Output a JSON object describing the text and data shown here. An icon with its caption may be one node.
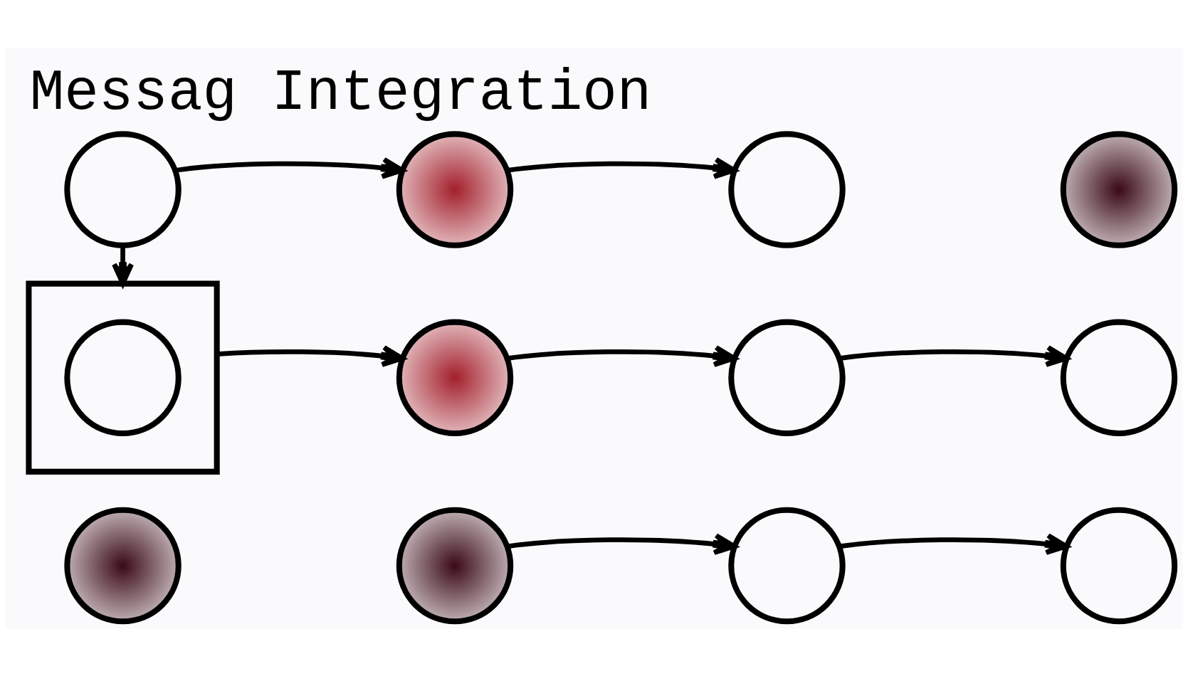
{
  "diagram": {
    "title": "Messag Integration",
    "nodes": [
      {
        "text": [],
        "shape": "circle"
      },
      {
        "text": [],
        "shape": "box"
      },
      {
        "text": [],
        "shape": "circle",
        "in": 1
      },
      {
        "text": [],
        "shape": "circle"
      },
      {
        "text": [],
        "shape": "circle"
      },
      {
        "text": [],
        "shape": "circle"
      },
      {
        "text": [],
        "shape": "circle"
      },
      {
        "text": [],
        "shape": "circle"
      },
      {
        "text": [],
        "shape": "circle"
      },
      {
        "text": [],
        "shape": "circle"
      },
      {
        "text": [],
        "shape": "circle"
      },
      {
        "text": [],
        "shape": "circle"
      },
      {
        "text": [],
        "shape": "circle"
      }
    ],
    "edges": [
      {
        "from": 0,
        "to": 1,
        "arrow": "to"
      },
      {
        "from": 0,
        "to": 4,
        "arrow": "to"
      },
      {
        "from": 1,
        "to": 5,
        "arrow": "to"
      },
      {
        "from": 4,
        "to": 7,
        "arrow": "to"
      },
      {
        "from": 5,
        "to": 8,
        "arrow": "to"
      },
      {
        "from": 6,
        "to": 9,
        "arrow": "to"
      },
      {
        "from": 8,
        "to": 11,
        "arrow": "to"
      },
      {
        "from": 9,
        "to": 12,
        "arrow": "to"
      }
    ]
  }
}
